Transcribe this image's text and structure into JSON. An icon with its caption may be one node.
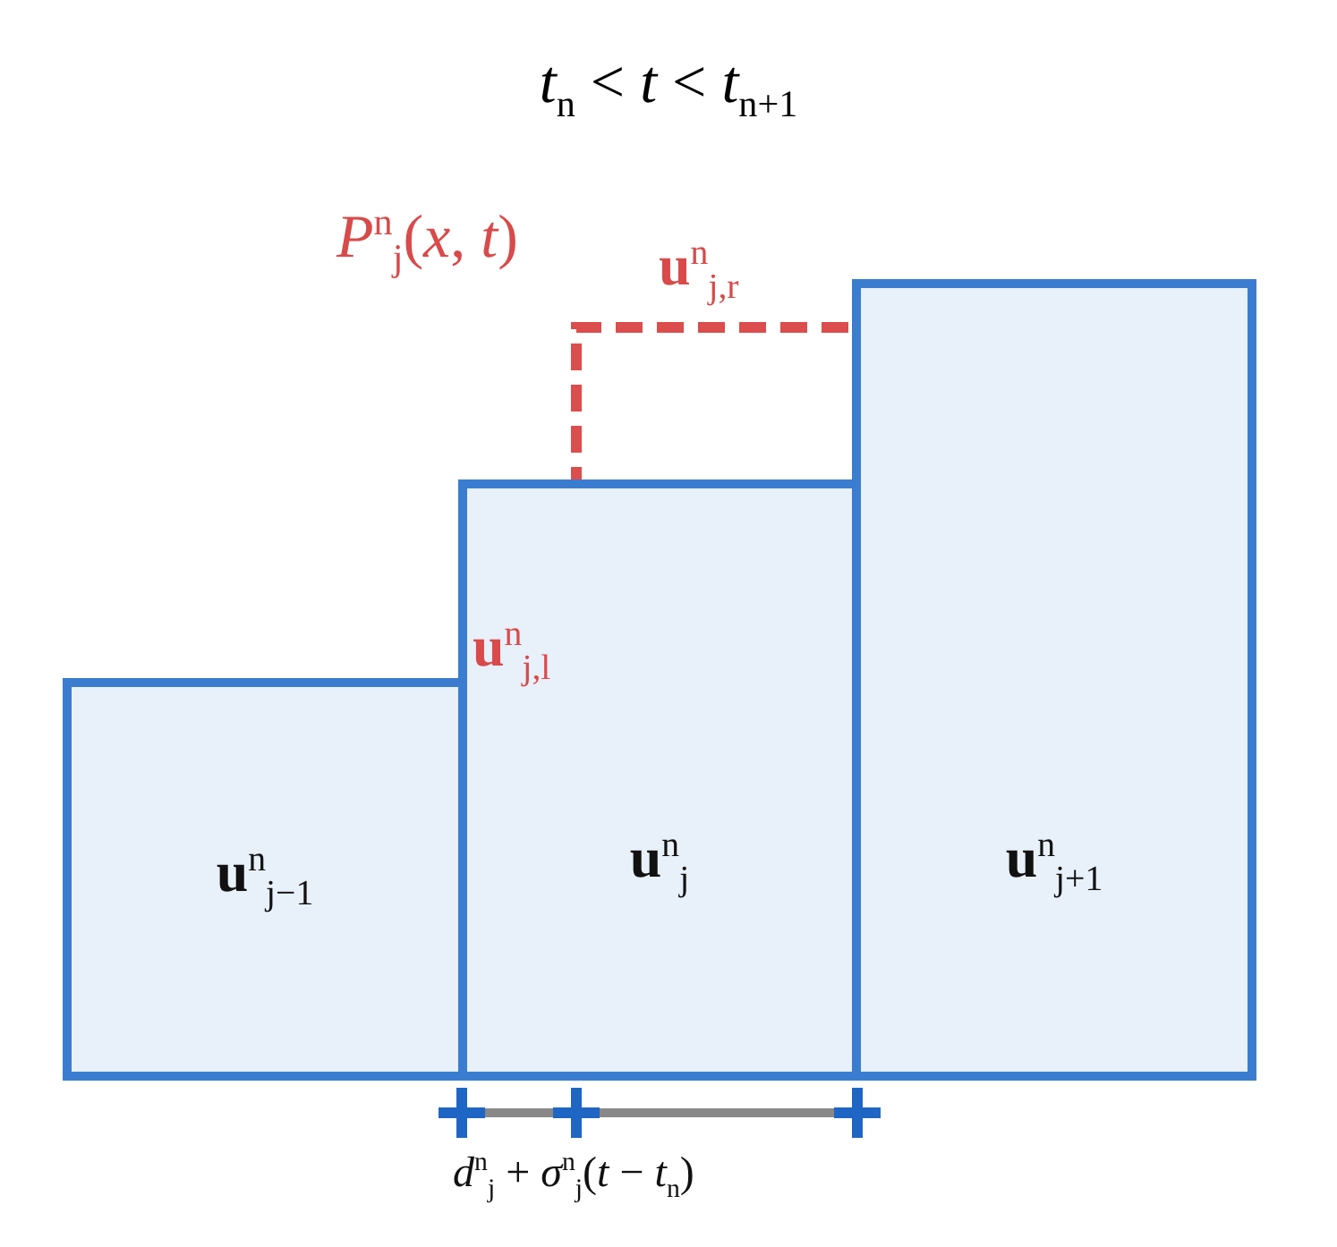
{
  "diagram": {
    "title": "*t*$_{n}$ < *t* < *t*$_{n+1}$",
    "nodes": [
      {
        "text": [
          "**u**$^{n}$$_{j−1}$"
        ]
      },
      {
        "text": [
          "**u**$^{n}$$_{j}$"
        ]
      },
      {
        "text": [
          "**u**$^{n}$$_{j+1}$"
        ]
      }
    ],
    "labels": [
      "*P*$^{n}$$_{j}$(*x*, *t*)",
      "**u**$^{n}$$_{j,r}$",
      "**u**$^{n}$$_{j,l}$",
      "*d*$^{n}$$_{j}$ + *σ*$^{n}$$_{j}$(*t* − *t*$_{n}$)"
    ]
  }
}
